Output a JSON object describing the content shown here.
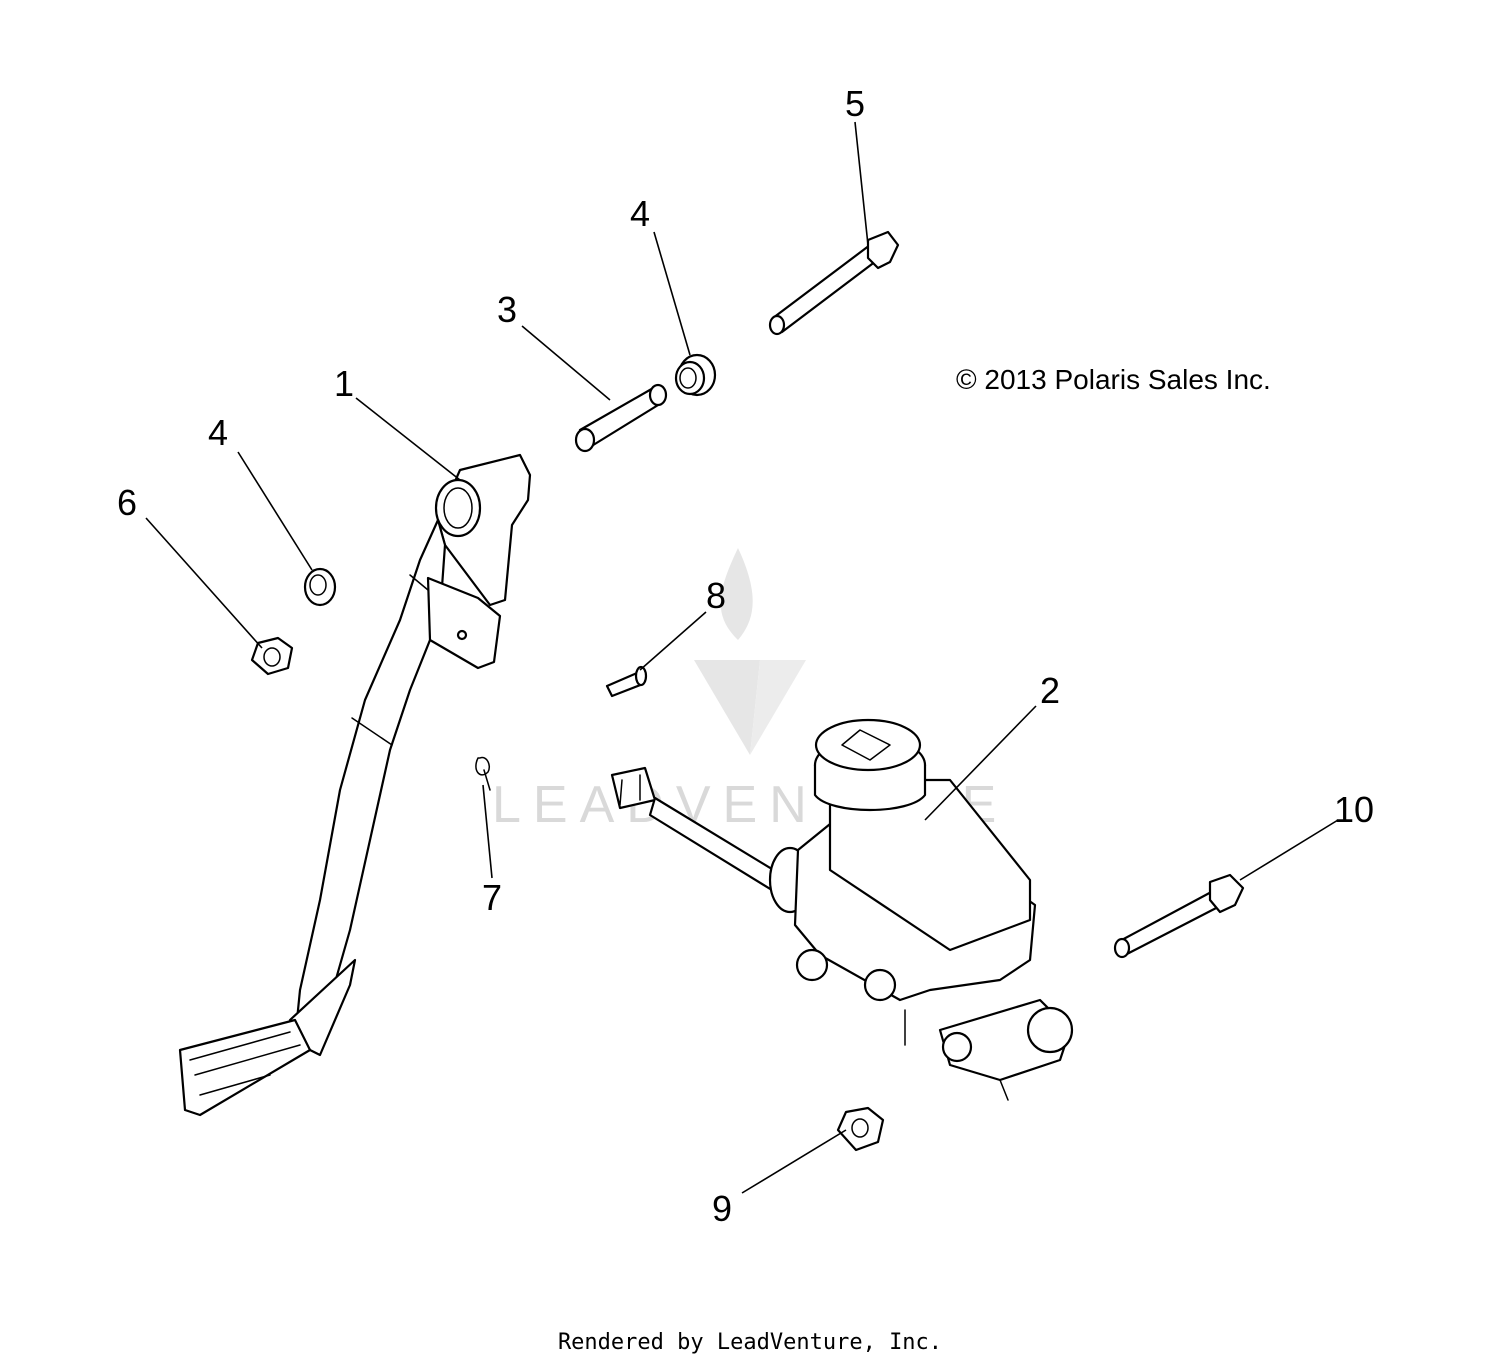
{
  "diagram": {
    "callouts": [
      "1",
      "2",
      "3",
      "4",
      "4",
      "5",
      "6",
      "7",
      "8",
      "9",
      "10"
    ],
    "copyright": "© 2013 Polaris Sales Inc.",
    "watermark": "LEADVENTURE"
  },
  "footer": {
    "text": "Rendered by LeadVenture, Inc."
  }
}
